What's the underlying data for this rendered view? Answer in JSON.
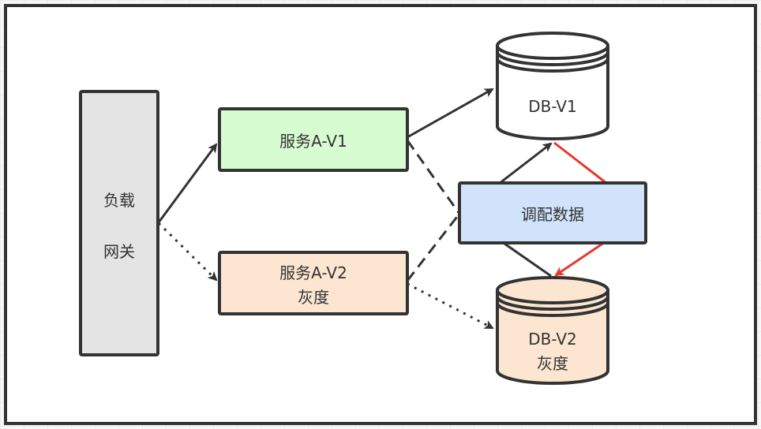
{
  "diagram": {
    "title": "",
    "nodes": {
      "gateway": {
        "lines": [
          "负载",
          "网关"
        ],
        "fill": "#e4e4e4"
      },
      "service_v1": {
        "lines": [
          "服务A-V1"
        ],
        "fill": "#d8fcd1"
      },
      "service_v2": {
        "lines": [
          "服务A-V2",
          "灰度"
        ],
        "fill": "#fce6d1"
      },
      "db_v1": {
        "lines": [
          "DB-V1"
        ],
        "fill": "#ffffff"
      },
      "db_v2": {
        "lines": [
          "DB-V2",
          "灰度"
        ],
        "fill": "#fce6d1"
      },
      "sync": {
        "lines": [
          "调配数据"
        ],
        "fill": "#d0e3fa"
      }
    },
    "edges": [
      {
        "from": "gateway",
        "to": "service_v1",
        "style": "solid",
        "color": "#333333"
      },
      {
        "from": "gateway",
        "to": "service_v2",
        "style": "dotted",
        "color": "#333333"
      },
      {
        "from": "service_v1",
        "to": "db_v1",
        "style": "solid",
        "color": "#333333"
      },
      {
        "from": "service_v1",
        "to": "sync",
        "style": "dashed",
        "color": "#333333"
      },
      {
        "from": "service_v2",
        "to": "sync",
        "style": "dashed",
        "color": "#333333"
      },
      {
        "from": "service_v2",
        "to": "db_v2",
        "style": "dotted",
        "color": "#333333"
      },
      {
        "from": "sync",
        "to": "db_v1",
        "style": "solid",
        "color": "#333333"
      },
      {
        "from": "db_v2",
        "to": "sync",
        "style": "solid",
        "color": "#333333"
      },
      {
        "from": "db_v1",
        "to": "sync",
        "style": "solid",
        "color": "#e8382c"
      },
      {
        "from": "sync",
        "to": "db_v2",
        "style": "solid",
        "color": "#e8382c"
      }
    ],
    "colors": {
      "stroke": "#333333",
      "highlight": "#e8382c"
    }
  }
}
